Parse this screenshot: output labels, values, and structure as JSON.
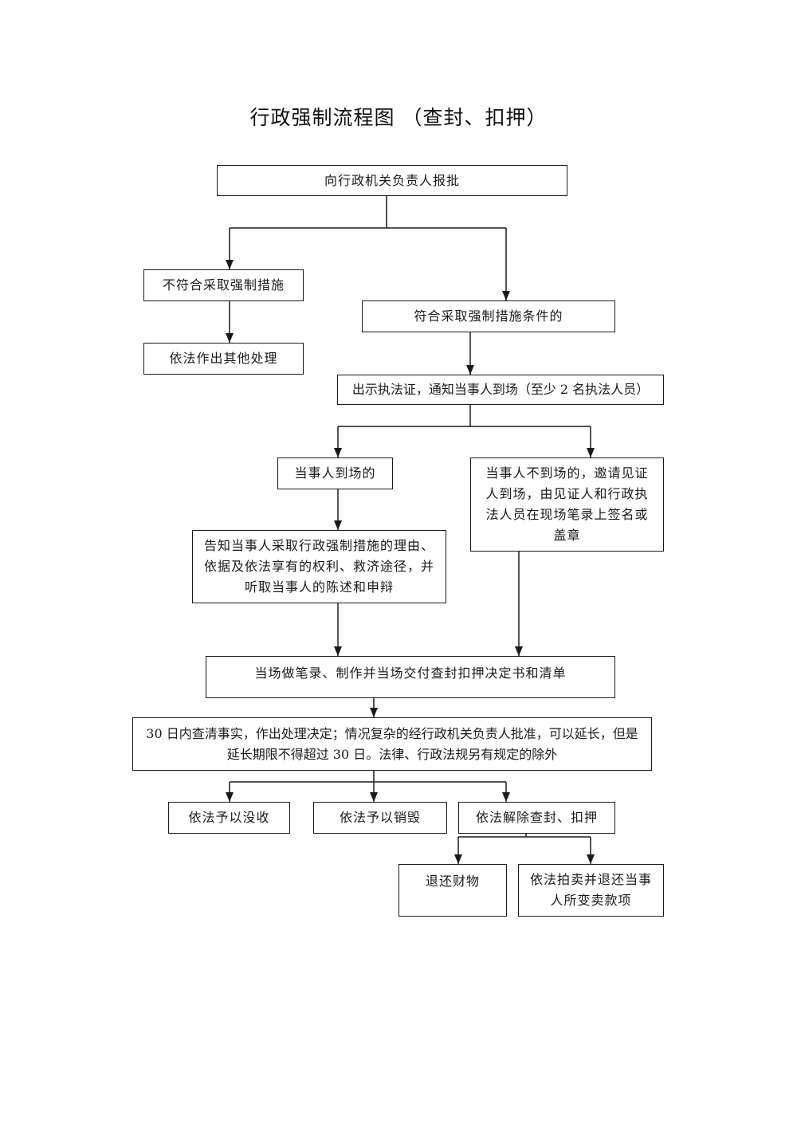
{
  "title": "行政强制流程图 （查封、扣押）",
  "nodes": {
    "report": "向行政机关负责人报批",
    "not_meet": "不符合采取强制措施",
    "other_handling": "依法作出其他处理",
    "meet": "符合采取强制措施条件的",
    "show_cert": "出示执法证，通知当事人到场（至少 2 名执法人员）",
    "party_present": "当事人到场的",
    "party_absent": "当事人不到场的，邀请见证人到场，由见证人和行政执法人员在现场笔录上签名或盖章",
    "inform": "告知当事人采取行政强制措施的理由、依据及依法享有的权利、救济途径，并听取当事人的陈述和申辩",
    "record": "当场做笔录、制作并当场交付查封扣押决定书和清单",
    "decision": "30 日内查清事实，作出处理决定；情况复杂的经行政机关负责人批准，可以延长，但是延长期限不得超过 30 日。法律、行政法规另有规定的除外",
    "confiscate": "依法予以没收",
    "destroy": "依法予以销毁",
    "release": "依法解除查封、扣押",
    "return_property": "退还财物",
    "auction": "依法拍卖并退还当事人所变卖款项"
  }
}
